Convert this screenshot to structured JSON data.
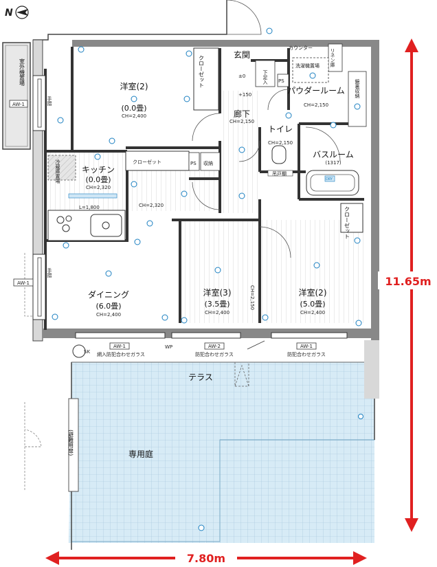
{
  "compass": {
    "label": "N"
  },
  "outdoor_unit": {
    "label": "室外機置場",
    "window": "AW-1"
  },
  "rooms": {
    "western_top": {
      "name": "洋室(2)",
      "size": "(0.0畳)",
      "ch": "CH=2,400"
    },
    "kitchen": {
      "name": "キッチン",
      "size": "(0.0畳)",
      "ch": "CH=2,320",
      "note": "L=1,800"
    },
    "hall_ch": "CH=2,320",
    "dining": {
      "name": "ダイニング",
      "size": "(6.0畳)",
      "ch": "CH=2,400"
    },
    "western_mid": {
      "name": "洋室(3)",
      "size": "(3.5畳)",
      "ch": "CH=2,400"
    },
    "western_right": {
      "name": "洋室(2)",
      "size": "(5.0畳)",
      "ch": "CH=2,400"
    },
    "corridor": {
      "name": "廊下",
      "ch": "CH=2,150"
    },
    "entrance": {
      "name": "玄関",
      "shoe": "下足入",
      "ps": "PS",
      "step1": "±0",
      "step2": "+150"
    },
    "toilet": {
      "name": "トイレ",
      "ch": "CH=2,150",
      "cabinet": "吊戸棚"
    },
    "powder": {
      "name": "パウダールーム",
      "ch": "CH=2,150"
    },
    "bath": {
      "name": "バスルーム",
      "size": "(1317)",
      "dry": "DRY"
    },
    "linen": "リネン庫",
    "counter": "カウンター",
    "washer": "洗濯機置場",
    "mirror": "鏡裏収納",
    "closet_top": "クローゼット",
    "closet_mid": "クローゼット",
    "closet_right": "クローゼット",
    "storage": "収納",
    "ps_mid": "PS",
    "fridge": "冷蔵庫置場",
    "handrail_1": "手摺",
    "handrail_2": "手摺",
    "ch_partition": "CH=2,150",
    "terrace": "テラス",
    "garden": "専用庭",
    "evacuation": "(避難用扉)",
    "sk": "SK",
    "wp": "WP"
  },
  "windows": {
    "aw_left_top": "AW-1",
    "aw_left_mid": "AW-1",
    "terrace_w1": {
      "code": "AW-1",
      "glass": "網入防犯合わせガラス"
    },
    "terrace_w2": {
      "code": "AW-2",
      "glass": "防犯合わせガラス"
    },
    "terrace_w3": {
      "code": "AW-1",
      "glass": "防犯合わせガラス"
    }
  },
  "dimensions": {
    "height": "11.65m",
    "width": "7.80m"
  },
  "colors": {
    "dimension": "#e02020",
    "garden": "#d7ebf6",
    "fixture": "#1a7fc0",
    "wall": "#333333"
  }
}
